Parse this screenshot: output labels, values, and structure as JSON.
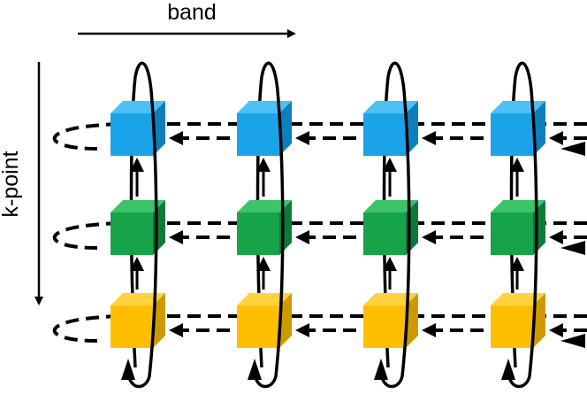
{
  "axes": {
    "horizontal_label": "band",
    "vertical_label": "k-point"
  },
  "grid": {
    "columns": 4,
    "rows": [
      {
        "color": "#1AA3E8",
        "top_color": "#4DC0F5",
        "side_color": "#0C7FBC"
      },
      {
        "color": "#16A34A",
        "top_color": "#3CC46A",
        "side_color": "#0E7A35"
      },
      {
        "color": "#FFBF00",
        "top_color": "#FFD23F",
        "side_color": "#CC9A00"
      }
    ]
  }
}
